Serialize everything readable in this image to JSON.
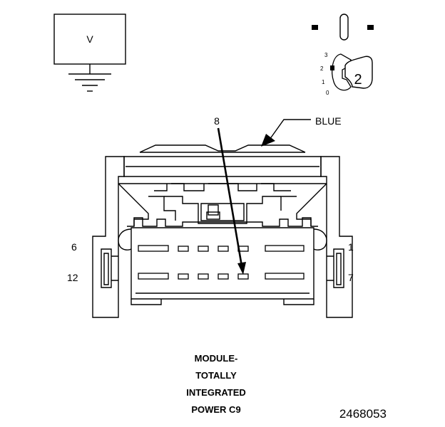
{
  "voltmeter": {
    "label": "V"
  },
  "pin_view": {
    "positions": [
      "3",
      "2",
      "1",
      "0"
    ],
    "selected": "2"
  },
  "connector": {
    "callout_pin": "8",
    "color_label": "BLUE",
    "pin_labels": {
      "top_left": "6",
      "bottom_left": "12",
      "top_right": "1",
      "bottom_right": "7"
    }
  },
  "caption": {
    "lines": [
      "MODULE-",
      "TOTALLY",
      "INTEGRATED",
      "POWER C9"
    ]
  },
  "figure_id": "2468053",
  "colors": {
    "ink": "#000000",
    "paper": "#ffffff"
  }
}
